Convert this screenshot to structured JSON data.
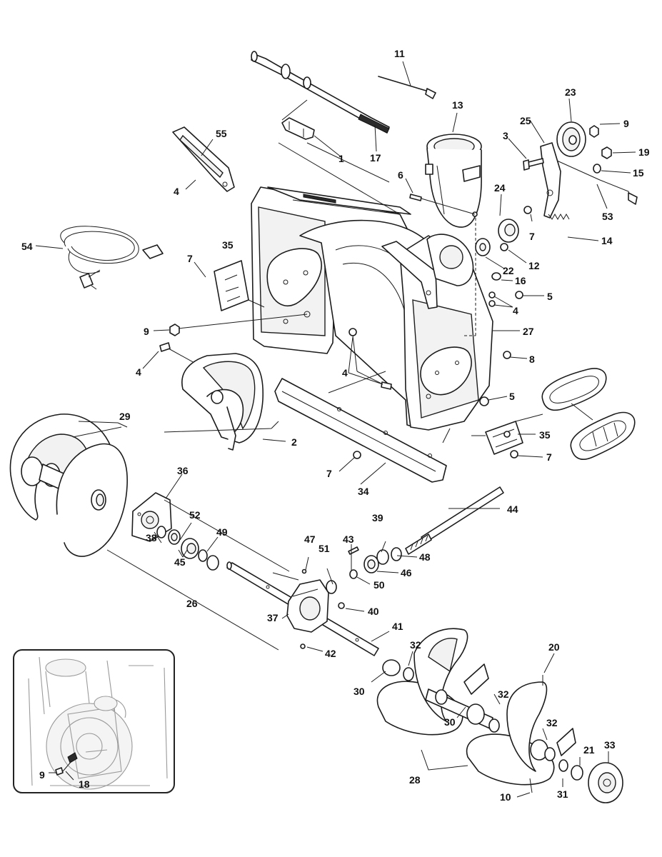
{
  "callouts": {
    "c1": "1",
    "c2": "2",
    "c3": "3",
    "c4a": "4",
    "c4b": "4",
    "c4c": "4",
    "c4d": "4",
    "c5a": "5",
    "c5b": "5",
    "c6": "6",
    "c7a": "7",
    "c7b": "7",
    "c7c": "7",
    "c7d": "7",
    "c8": "8",
    "c9a": "9",
    "c9b": "9",
    "c9c": "9",
    "c10": "10",
    "c11": "11",
    "c12": "12",
    "c13": "13",
    "c14": "14",
    "c15": "15",
    "c16": "16",
    "c17": "17",
    "c18": "18",
    "c19": "19",
    "c20": "20",
    "c21": "21",
    "c22": "22",
    "c23": "23",
    "c24": "24",
    "c25": "25",
    "c26": "26",
    "c27": "27",
    "c28": "28",
    "c29": "29",
    "c30a": "30",
    "c30b": "30",
    "c31": "31",
    "c32a": "32",
    "c32b": "32",
    "c32c": "32",
    "c33": "33",
    "c34": "34",
    "c35a": "35",
    "c35b": "35",
    "c36": "36",
    "c37": "37",
    "c38": "38",
    "c39": "39",
    "c40": "40",
    "c41": "41",
    "c42": "42",
    "c43": "43",
    "c44": "44",
    "c45": "45",
    "c46": "46",
    "c47": "47",
    "c48": "48",
    "c49": "49",
    "c50": "50",
    "c51": "51",
    "c52": "52",
    "c53": "53",
    "c54": "54",
    "c55": "55"
  }
}
